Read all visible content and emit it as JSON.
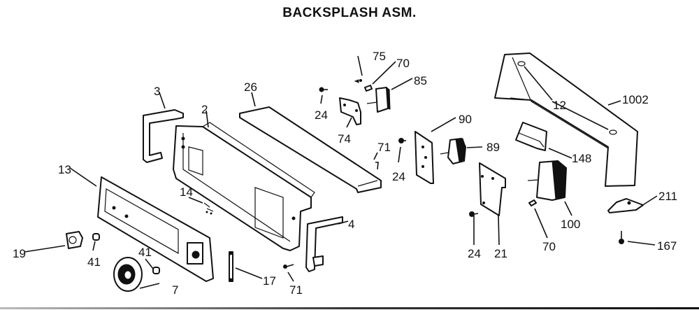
{
  "title": "BACKSPLASH ASM.",
  "parts": [
    {
      "id": "3",
      "label": "3"
    },
    {
      "id": "2",
      "label": "2"
    },
    {
      "id": "26",
      "label": "26"
    },
    {
      "id": "24a",
      "label": "24"
    },
    {
      "id": "74",
      "label": "74"
    },
    {
      "id": "75",
      "label": "75"
    },
    {
      "id": "70a",
      "label": "70"
    },
    {
      "id": "85",
      "label": "85"
    },
    {
      "id": "71a",
      "label": "71"
    },
    {
      "id": "24b",
      "label": "24"
    },
    {
      "id": "90",
      "label": "90"
    },
    {
      "id": "89",
      "label": "89"
    },
    {
      "id": "12",
      "label": "12"
    },
    {
      "id": "1002",
      "label": "1002"
    },
    {
      "id": "148",
      "label": "148"
    },
    {
      "id": "13",
      "label": "13"
    },
    {
      "id": "14",
      "label": "14"
    },
    {
      "id": "4",
      "label": "4"
    },
    {
      "id": "19",
      "label": "19"
    },
    {
      "id": "41a",
      "label": "41"
    },
    {
      "id": "41b",
      "label": "41"
    },
    {
      "id": "7",
      "label": "7"
    },
    {
      "id": "17",
      "label": "17"
    },
    {
      "id": "71b",
      "label": "71"
    },
    {
      "id": "24c",
      "label": "24"
    },
    {
      "id": "21",
      "label": "21"
    },
    {
      "id": "70b",
      "label": "70"
    },
    {
      "id": "100",
      "label": "100"
    },
    {
      "id": "211",
      "label": "211"
    },
    {
      "id": "167",
      "label": "167"
    }
  ]
}
